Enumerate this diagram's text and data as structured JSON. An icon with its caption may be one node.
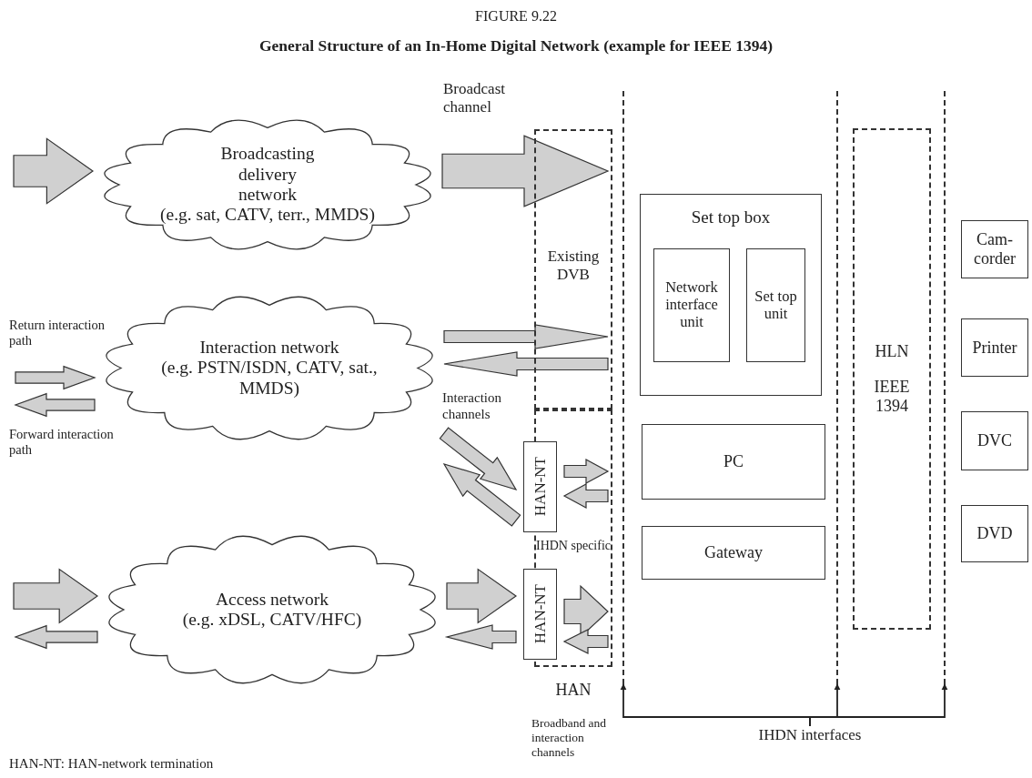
{
  "diagram": {
    "title": "General Structure of an In-Home Digital Network (example for IEEE 1394)",
    "nodes": [
      {
        "text": [
          "Broadcasting delivery network",
          "(e.g. sat, CATV, terr., MMDS)"
        ]
      },
      {
        "text": [
          "Interaction network",
          "(e.g. PSTN/ISDN, CATV, sat., MMDS)"
        ]
      },
      {
        "text": [
          "Access network",
          "(e.g. xDSL, CATV/HFC)"
        ]
      },
      {
        "text": [
          "Existing DVB"
        ]
      },
      {
        "text": [
          "IHDN specific",
          "HAN"
        ]
      },
      {
        "text": [
          "HAN-NT"
        ]
      },
      {
        "text": [
          "HAN-NT"
        ]
      },
      {
        "text": [],
        "shape": "bar"
      },
      {
        "text": [
          "Set top box"
        ]
      },
      {
        "text": [
          "Network interface unit"
        ],
        "in": 8
      },
      {
        "text": [
          "Set top unit"
        ],
        "in": 8
      },
      {
        "text": [
          "PC"
        ]
      },
      {
        "text": [
          "Gateway"
        ]
      },
      {
        "text": [],
        "shape": "bar"
      },
      {
        "text": [
          "HLN",
          "IEEE 1394"
        ]
      },
      {
        "text": [],
        "shape": "bar"
      },
      {
        "text": [
          "Cam-corder"
        ]
      },
      {
        "text": [
          "Printer"
        ]
      },
      {
        "text": [
          "DVC"
        ]
      },
      {
        "text": [
          "DVD"
        ]
      },
      {
        "text": [
          "IHDN interfaces"
        ]
      }
    ],
    "edges": [
      {
        "from": null,
        "to": 0,
        "arrow": "to",
        "style": "thick"
      },
      {
        "from": 0,
        "to": 7,
        "arrow": "to",
        "style": "thick",
        "label": "Broadcast channel"
      },
      {
        "from": null,
        "to": 1,
        "arrow": "to",
        "label": "Return interaction path"
      },
      {
        "from": 1,
        "to": null,
        "arrow": "to",
        "label": "Forward interaction path"
      },
      {
        "from": 1,
        "to": 7,
        "arrow": "to"
      },
      {
        "from": 7,
        "to": 1,
        "arrow": "to"
      },
      {
        "from": 1,
        "to": 5,
        "arrow": "to"
      },
      {
        "from": 5,
        "to": 1,
        "arrow": "to"
      },
      {
        "from": 5,
        "to": 7,
        "arrow": "to"
      },
      {
        "from": 7,
        "to": 5,
        "arrow": "to"
      },
      {
        "from": null,
        "to": 2,
        "arrow": "to",
        "style": "thick"
      },
      {
        "from": 2,
        "to": null,
        "arrow": "to"
      },
      {
        "from": 2,
        "to": 6,
        "arrow": "to",
        "style": "thick"
      },
      {
        "from": 6,
        "to": 2,
        "arrow": "to"
      },
      {
        "from": 6,
        "to": 7,
        "arrow": "to",
        "style": "thick"
      },
      {
        "from": 7,
        "to": 6,
        "arrow": "to"
      },
      {
        "from": 20,
        "to": 7,
        "arrow": "to"
      },
      {
        "from": 20,
        "to": 13,
        "arrow": "to"
      },
      {
        "from": 20,
        "to": 15,
        "arrow": "to"
      }
    ],
    "labels": [
      "FIGURE 9.22",
      "Interaction channels",
      "Broadband and interaction channels",
      "HAN-NT: HAN-network termination"
    ]
  }
}
